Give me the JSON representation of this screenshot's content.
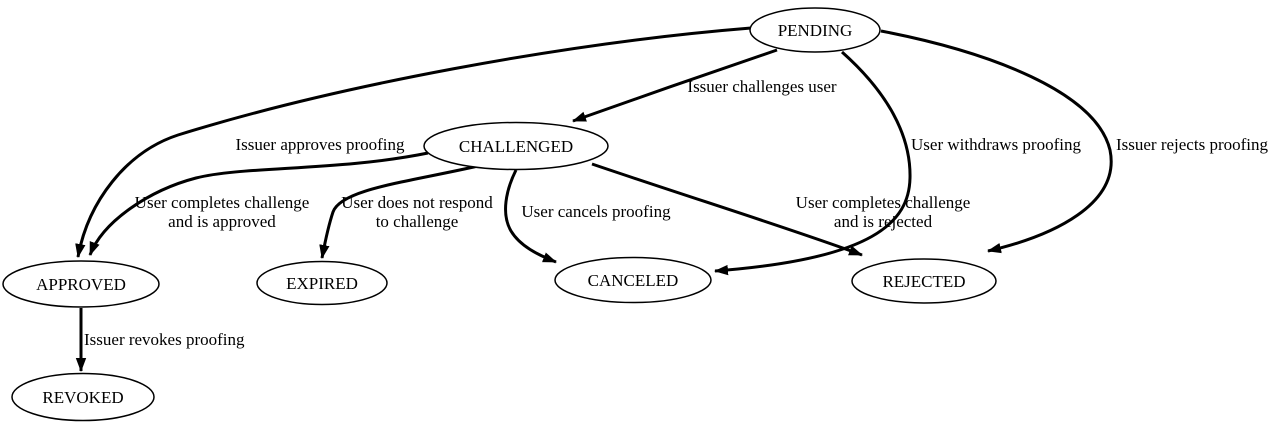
{
  "diagram": {
    "type": "state-machine-graph",
    "background_color": "#ffffff",
    "stroke_color": "#000000",
    "nodes": [
      {
        "id": "pending",
        "label": "PENDING"
      },
      {
        "id": "challenged",
        "label": "CHALLENGED"
      },
      {
        "id": "approved",
        "label": "APPROVED"
      },
      {
        "id": "expired",
        "label": "EXPIRED"
      },
      {
        "id": "canceled",
        "label": "CANCELED"
      },
      {
        "id": "rejected",
        "label": "REJECTED"
      },
      {
        "id": "revoked",
        "label": "REVOKED"
      }
    ],
    "edges": [
      {
        "from": "PENDING",
        "to": "CHALLENGED",
        "label": "Issuer challenges user"
      },
      {
        "from": "PENDING",
        "to": "APPROVED",
        "label": "Issuer approves proofing"
      },
      {
        "from": "PENDING",
        "to": "CANCELED",
        "label": "User withdraws proofing"
      },
      {
        "from": "PENDING",
        "to": "REJECTED",
        "label": "Issuer rejects proofing"
      },
      {
        "from": "CHALLENGED",
        "to": "APPROVED",
        "label_lines": [
          "User completes challenge",
          "and is approved"
        ]
      },
      {
        "from": "CHALLENGED",
        "to": "EXPIRED",
        "label_lines": [
          "User does not respond",
          "to challenge"
        ]
      },
      {
        "from": "CHALLENGED",
        "to": "CANCELED",
        "label": "User cancels proofing"
      },
      {
        "from": "CHALLENGED",
        "to": "REJECTED",
        "label_lines": [
          "User completes challenge",
          "and is rejected"
        ]
      },
      {
        "from": "APPROVED",
        "to": "REVOKED",
        "label": "Issuer revokes proofing"
      }
    ]
  }
}
